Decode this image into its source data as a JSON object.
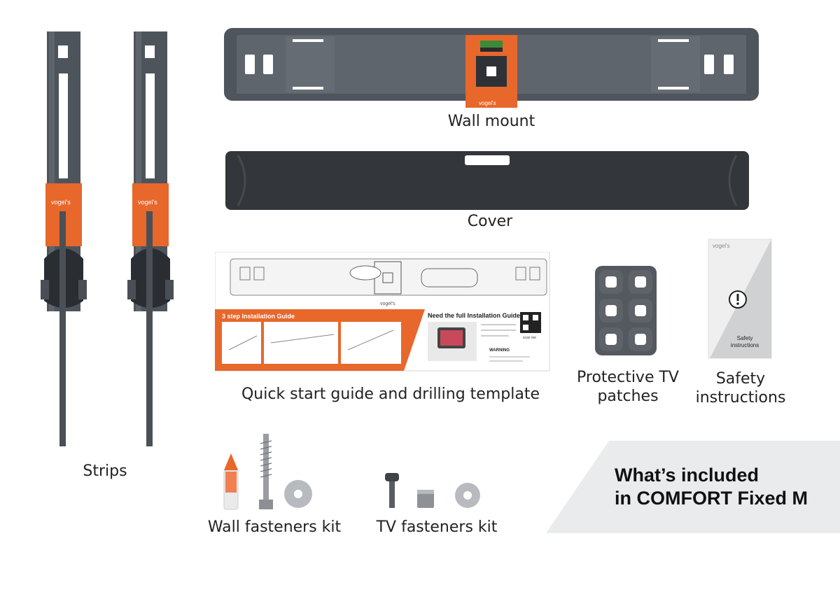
{
  "labels": {
    "strips": "Strips",
    "wall_mount": "Wall mount",
    "cover": "Cover",
    "guide": "Quick start guide and drilling template",
    "patches_line1": "Protective TV",
    "patches_line2": "patches",
    "safety_line1": "Safety",
    "safety_line2": "instructions",
    "wall_kit": "Wall fasteners kit",
    "tv_kit": "TV fasteners kit"
  },
  "banner": {
    "line1": "What’s included",
    "line2": "in COMFORT Fixed M"
  },
  "brand": "vogel's",
  "guide_doc": {
    "steps_title": "3 step Installation Guide",
    "full_guide_title": "Need the full Installation Guide?",
    "warning_label": "WARNING",
    "scan_label": "scan me"
  },
  "safety_doc": {
    "line1": "Safety",
    "line2": "instructions"
  },
  "colors": {
    "orange": "#e8672b",
    "dark_gray": "#545a61",
    "banner_bg": "#eaebed"
  }
}
